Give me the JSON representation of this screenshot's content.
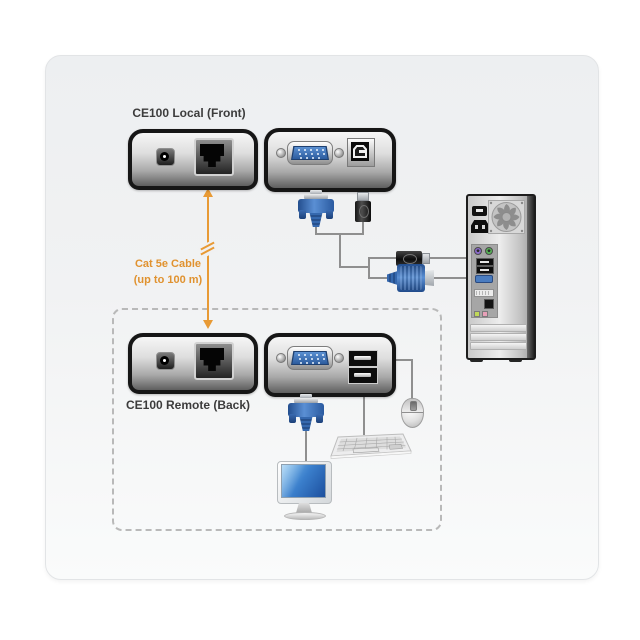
{
  "diagram": {
    "local_label": "CE100 Local (Front)",
    "remote_label": "CE100 Remote (Back)",
    "cable_label": {
      "line1": "Cat 5e Cable",
      "line2": "(up to 100 m)"
    },
    "components": [
      "dc-power-jack",
      "rj45-port",
      "vga-port",
      "usb-b-port",
      "usb-a-ports",
      "vga-connector",
      "usb-connector",
      "computer-tower",
      "cooling-fan",
      "power-switch",
      "power-inlet",
      "ps2-ports",
      "pc-usb-ports",
      "pc-vga-port",
      "dvi-port",
      "lan-port",
      "audio-jacks",
      "monitor",
      "keyboard",
      "mouse"
    ],
    "colors": {
      "accent_orange": "#E89A35",
      "vga_blue": "#3A72B8",
      "screen_blue": "#2E6CB8",
      "ps2_purple": "#8A6AC8",
      "ps2_green": "#55B055",
      "audio_lime": "#C0D858",
      "audio_pink": "#E8A0B8",
      "device_frame_black": "#161616",
      "cable_gray": "#8F8F8F",
      "dashed_border_gray": "#B9B9B9",
      "label_gray": "#3C3C3C",
      "panel_bg": "#F0F1F2"
    }
  }
}
